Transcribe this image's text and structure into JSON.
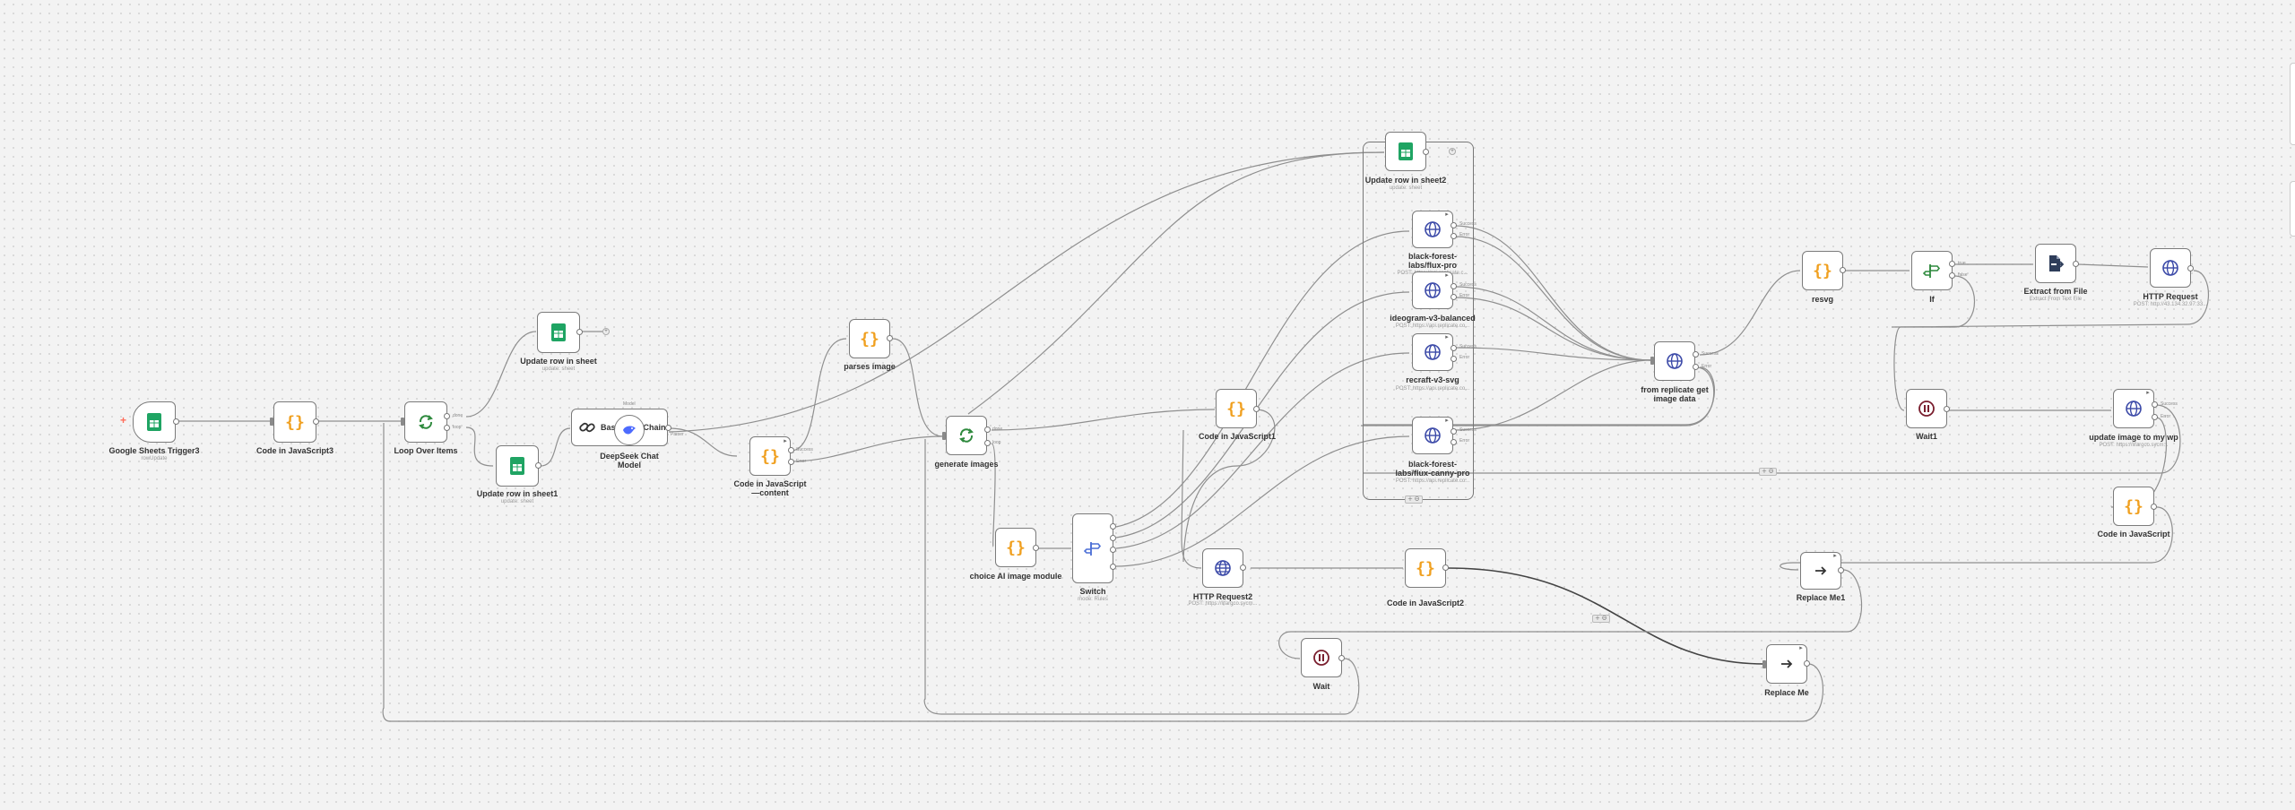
{
  "canvas": {
    "background": "#f3f3f3",
    "wire_color": "#8f8f8f",
    "accent": "#ff6d5a"
  },
  "nodes": {
    "trigger": {
      "label": "Google Sheets Trigger3",
      "sub": "rowUpdate",
      "icon": "google-sheets-icon"
    },
    "code_js3": {
      "label": "Code in JavaScript3",
      "icon": "code-braces-icon"
    },
    "loop": {
      "label": "Loop Over Items",
      "ports": [
        "done",
        "loop"
      ],
      "icon": "loop-icon"
    },
    "update_row": {
      "label": "Update row in sheet",
      "sub": "update: sheet",
      "icon": "google-sheets-icon"
    },
    "update_row1": {
      "label": "Update row in sheet1",
      "sub": "update: sheet",
      "icon": "google-sheets-icon"
    },
    "basic_chain": {
      "label": "Basic LLM Chain",
      "ports": [
        "Model",
        "Parser"
      ],
      "icon": "chain-link-icon"
    },
    "deepseek": {
      "label": "DeepSeek Chat Model",
      "icon": "deepseek-whale-icon"
    },
    "code_js_content": {
      "label": "Code in JavaScript—content",
      "ports": [
        "Success",
        "Error"
      ],
      "icon": "code-braces-icon"
    },
    "parses_image": {
      "label": "parses image",
      "icon": "code-braces-icon"
    },
    "generate_images": {
      "label": "generate images",
      "ports": [
        "done",
        "loop"
      ],
      "icon": "loop-icon"
    },
    "choice_module": {
      "label": "choice AI image module",
      "icon": "code-braces-icon"
    },
    "switch": {
      "label": "Switch",
      "sub": "mode: Rules",
      "icon": "switch-signpost-icon"
    },
    "code_js1": {
      "label": "Code in JavaScript1",
      "icon": "code-braces-icon"
    },
    "http2": {
      "label": "HTTP Request2",
      "sub": "POST: https://lifargco.sycm...",
      "icon": "globe-icon"
    },
    "code_js2": {
      "label": "Code in JavaScript2",
      "icon": "code-braces-icon"
    },
    "wait": {
      "label": "Wait",
      "icon": "pause-icon"
    },
    "update_row2": {
      "label": "Update row in sheet2",
      "sub": "update: sheet",
      "icon": "google-sheets-icon"
    },
    "flux_pro": {
      "label": "black-forest-labs/flux-pro",
      "sub": "POST: https://api.replicate.c...",
      "ports": [
        "Success",
        "Error"
      ],
      "icon": "globe-icon"
    },
    "ideogram": {
      "label": "ideogram-v3-balanced",
      "sub": "POST: https://api.replicate.co...",
      "ports": [
        "Success",
        "Error"
      ],
      "icon": "globe-icon"
    },
    "recraft": {
      "label": "recraft-v3-svg",
      "sub": "POST: https://api.replicate.co...",
      "ports": [
        "Success",
        "Error"
      ],
      "icon": "globe-icon"
    },
    "flux_canny": {
      "label": "black-forest-labs/flux-canny-pro",
      "sub": "POST: https://api.replicate.co...",
      "ports": [
        "Success",
        "Error"
      ],
      "icon": "globe-icon"
    },
    "from_replicate": {
      "label": "from replicate get image data",
      "ports": [
        "Success",
        "Error"
      ],
      "icon": "globe-icon"
    },
    "resvg": {
      "label": "resvg",
      "icon": "code-braces-icon"
    },
    "if": {
      "label": "If",
      "ports": [
        "true",
        "false"
      ],
      "icon": "if-signpost-icon"
    },
    "extract": {
      "label": "Extract from File",
      "sub": "Extract From Text File",
      "icon": "file-extract-icon"
    },
    "http": {
      "label": "HTTP Request",
      "sub": "POST: http://43.134.32.97:33...",
      "icon": "globe-icon"
    },
    "wait1": {
      "label": "Wait1",
      "icon": "pause-icon"
    },
    "update_wp": {
      "label": "update image to my wp",
      "sub": "POST: https://lifargco.sycm...",
      "ports": [
        "Success",
        "Error"
      ],
      "icon": "globe-icon"
    },
    "code_js": {
      "label": "Code in JavaScript",
      "icon": "code-braces-icon"
    },
    "replace_me1": {
      "label": "Replace Me1",
      "icon": "arrow-right-icon"
    },
    "replace_me": {
      "label": "Replace Me",
      "icon": "arrow-right-icon"
    }
  }
}
